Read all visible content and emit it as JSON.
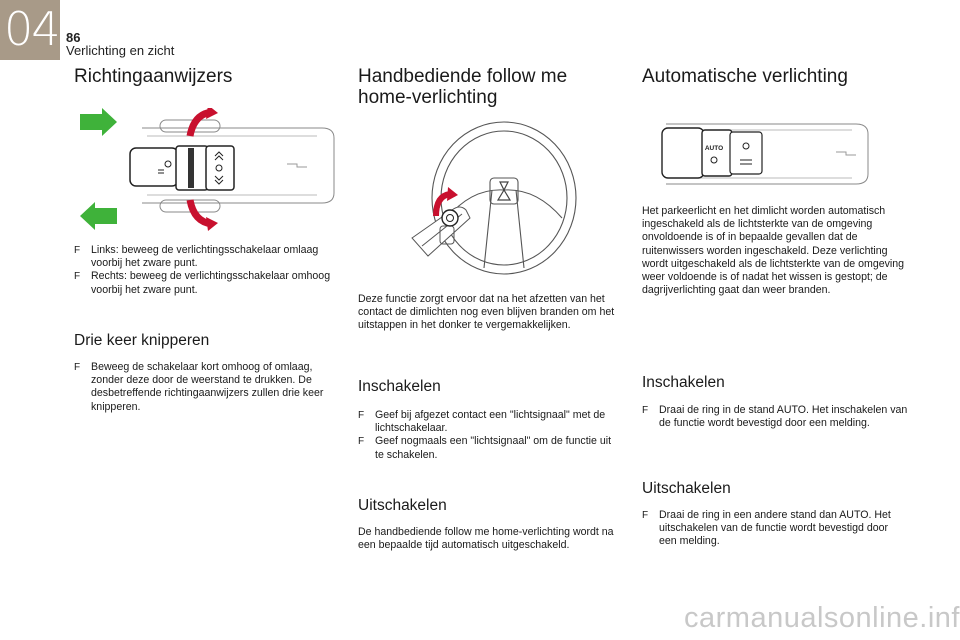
{
  "header": {
    "chapter": "04",
    "page_number": "86",
    "section": "Verlichting en zicht"
  },
  "col1": {
    "title": "Richtingaanwijzers",
    "bullets": [
      "Links: beweeg de verlichtingsschakelaar omlaag voorbij het zware punt.",
      "Rechts: beweeg de verlichtingsschakelaar omhoog voorbij het zware punt."
    ],
    "subtitle": "Drie keer knipperen",
    "sub_bullets": [
      "Beweeg de schakelaar kort omhoog of omlaag, zonder deze door de weerstand te drukken. De desbetreffende richtingaanwijzers zullen drie keer knipperen."
    ]
  },
  "col2": {
    "title_line1": "Handbediende follow me",
    "title_line2": "home-verlichting",
    "intro": "Deze functie zorgt ervoor dat na het afzetten van het contact de dimlichten nog even blijven branden om het uitstappen in het donker te vergemakkelijken.",
    "on_title": "Inschakelen",
    "on_bullets": [
      "Geef bij afgezet contact een \"lichtsignaal\" met de lichtschakelaar.",
      "Geef nogmaals een \"lichtsignaal\" om de functie uit te schakelen."
    ],
    "off_title": "Uitschakelen",
    "off_text": "De handbediende follow me home-verlichting wordt na een bepaalde tijd automatisch uitgeschakeld."
  },
  "col3": {
    "title": "Automatische verlichting",
    "switch_label": "AUTO",
    "intro": "Het parkeerlicht en het dimlicht worden automatisch ingeschakeld als de lichtsterkte van de omgeving onvoldoende is of in bepaalde gevallen dat de ruitenwissers worden ingeschakeld. Deze verlichting wordt uitgeschakeld als de lichtsterkte van de omgeving weer voldoende is of nadat het wissen is gestopt; de dagrijverlichting gaat dan weer branden.",
    "on_title": "Inschakelen",
    "on_bullets": [
      "Draai de ring in de stand AUTO. Het inschakelen van de functie wordt bevestigd door een melding."
    ],
    "off_title": "Uitschakelen",
    "off_bullets": [
      "Draai de ring in een andere stand dan AUTO. Het uitschakelen van de functie wordt bevestigd door een melding."
    ]
  },
  "footer": {
    "watermark": "carmanualsonline.info"
  },
  "colors": {
    "chapter_tab": "#a89a88",
    "arrow_green": "#3fb23a",
    "arrow_red": "#c8102e"
  },
  "bullet_mark": "F"
}
